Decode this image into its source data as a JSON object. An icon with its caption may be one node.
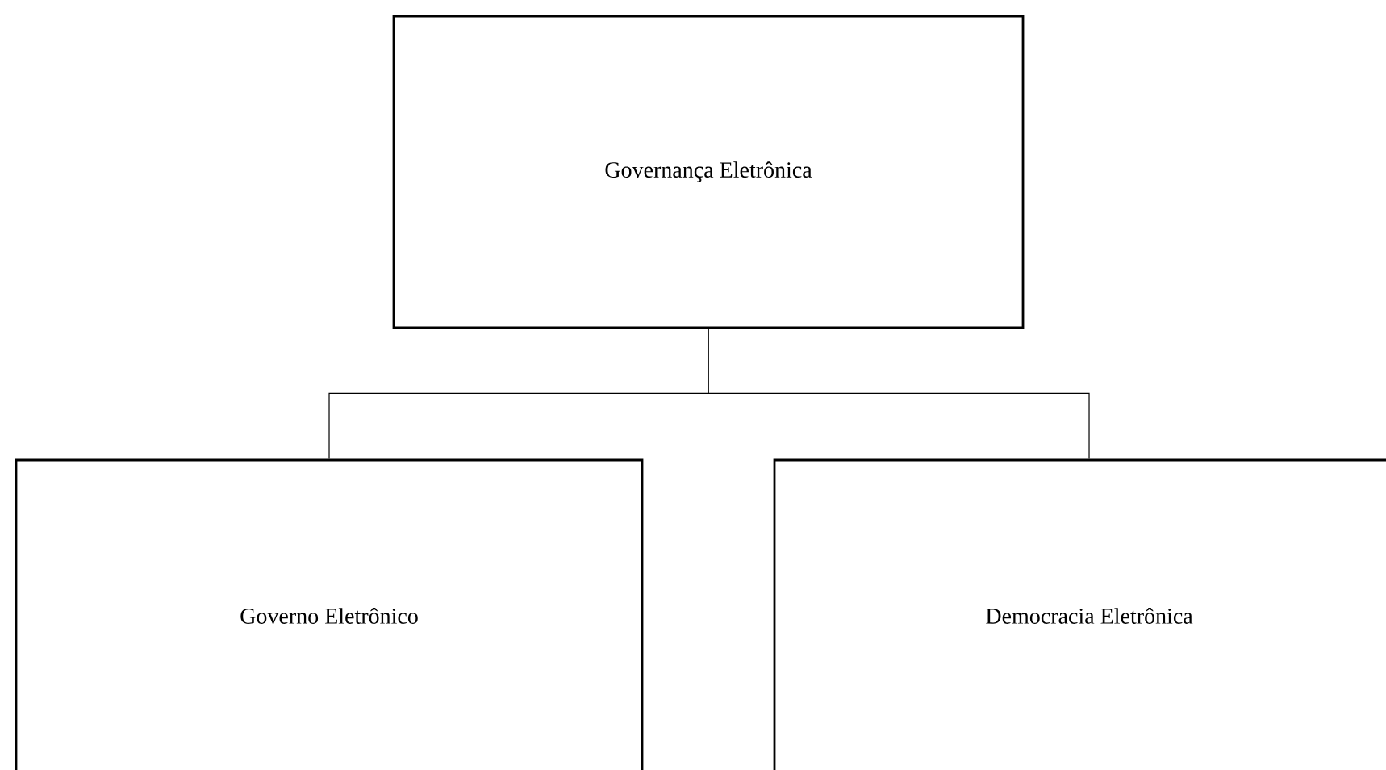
{
  "diagram": {
    "nodes": [
      {
        "text": [
          "Governança Eletrônica"
        ]
      },
      {
        "text": [
          "Governo Eletrônico"
        ]
      },
      {
        "text": [
          "Democracia Eletrônica"
        ]
      }
    ],
    "edges": [
      {
        "from": 0,
        "to": 1,
        "arrow": "none"
      },
      {
        "from": 0,
        "to": 2,
        "arrow": "none"
      }
    ]
  }
}
